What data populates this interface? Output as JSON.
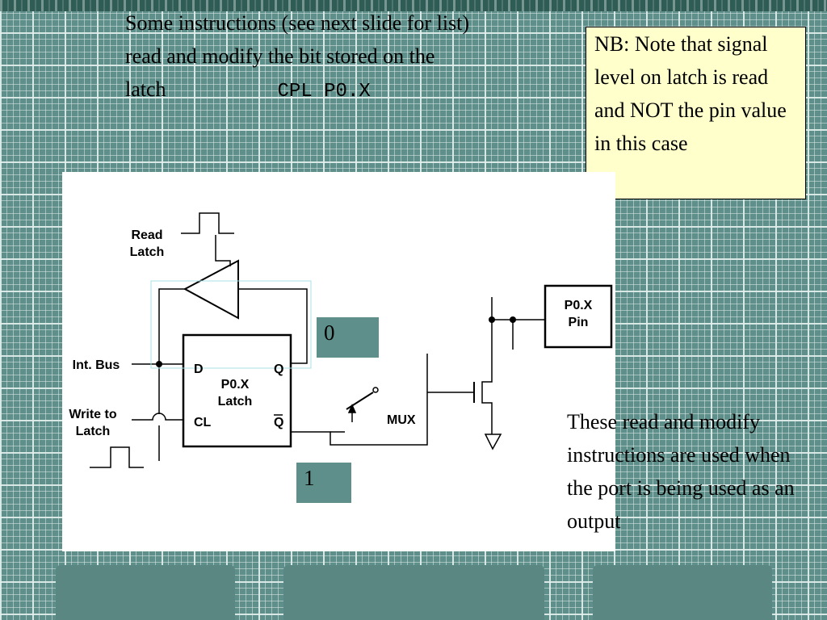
{
  "slide": {
    "title_lines": [
      "Some instructions (see next slide for list)",
      "read and modify the bit stored on the",
      "latch"
    ],
    "instruction": "CPL P0.X",
    "nb_note": "NB: Note that signal level on latch is read and NOT the pin value in this case",
    "side_note": "These read and modify instructions are used when the port is being used as an output"
  },
  "diagram": {
    "read_latch_label": [
      "Read",
      "Latch"
    ],
    "int_bus_label": "Int. Bus",
    "write_latch_label": [
      "Write to",
      "Latch"
    ],
    "latch_name": [
      "P0.X",
      "Latch"
    ],
    "d_label": "D",
    "q_label": "Q",
    "cl_label": "CL",
    "qbar_label": "Q",
    "mux_label": "MUX",
    "pin_label": [
      "P0.X",
      "Pin"
    ],
    "value_q": "0",
    "value_qbar": "1"
  }
}
